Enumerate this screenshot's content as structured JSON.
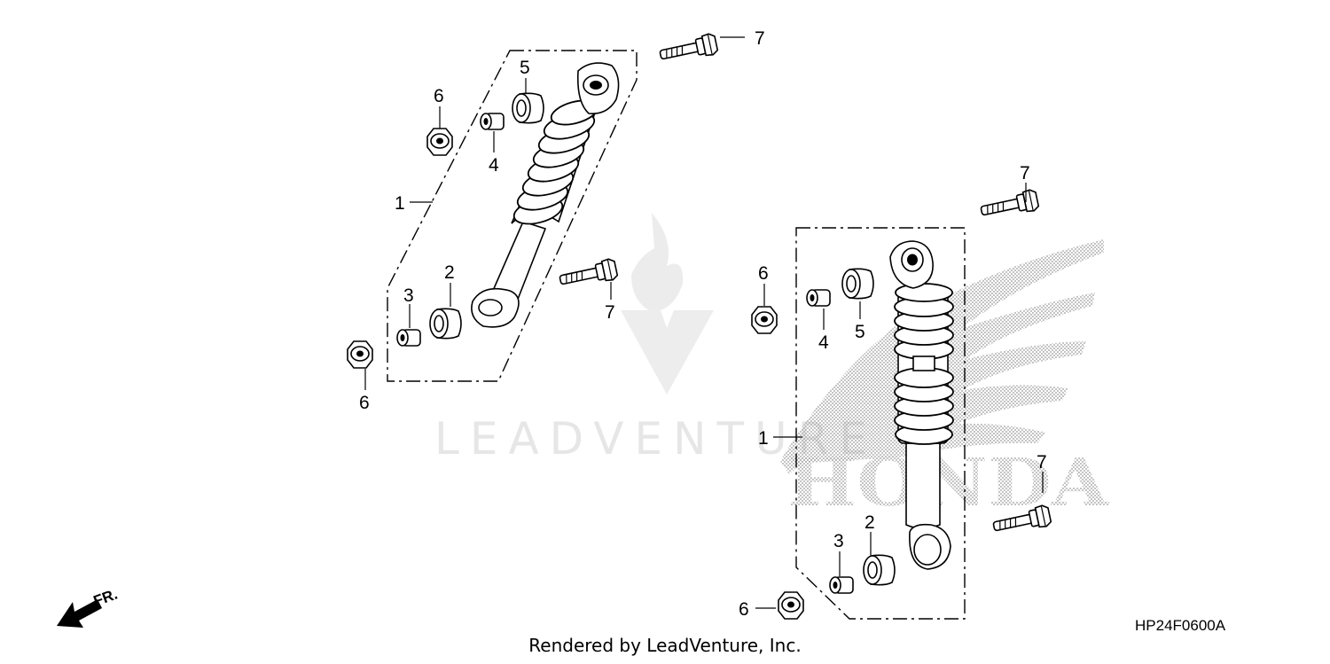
{
  "diagram": {
    "code": "HP24F0600A",
    "footer": "Rendered by LeadVenture, Inc.",
    "watermark": "LEADVENTURE",
    "brand_watermark": "HONDA",
    "direction_label": "FR.",
    "callouts": {
      "left_1": "1",
      "left_2": "2",
      "left_3": "3",
      "left_4": "4",
      "left_5": "5",
      "left_6_top": "6",
      "left_6_bottom": "6",
      "left_7_top": "7",
      "left_7_mid": "7",
      "right_1": "1",
      "right_2": "2",
      "right_3": "3",
      "right_4": "4",
      "right_5": "5",
      "right_6_top": "6",
      "right_6_bottom": "6",
      "right_7_top": "7",
      "right_7_mid": "7"
    }
  }
}
